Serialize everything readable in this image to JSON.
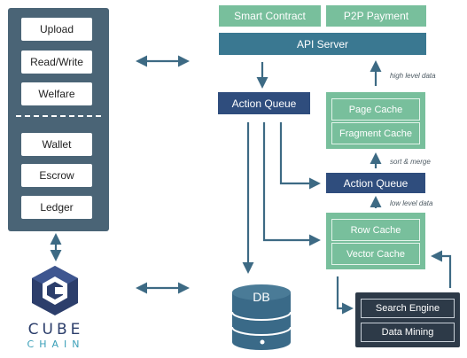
{
  "left_panel": {
    "top_items": [
      "Upload",
      "Read/Write",
      "Welfare"
    ],
    "bottom_items": [
      "Wallet",
      "Escrow",
      "Ledger"
    ]
  },
  "top_boxes": {
    "smart_contract": "Smart Contract",
    "p2p_payment": "P2P Payment",
    "api_server": "API Server"
  },
  "queues": {
    "left": "Action Queue",
    "right": "Action Queue"
  },
  "page_cache_group": {
    "page_cache": "Page Cache",
    "fragment_cache": "Fragment Cache"
  },
  "row_cache_group": {
    "row_cache": "Row Cache",
    "vector_cache": "Vector Cache"
  },
  "annotations": {
    "high_level": "high level data",
    "sort_merge": "sort & merge",
    "low_level": "low level data"
  },
  "database": {
    "label": "DB"
  },
  "analytics": {
    "search_engine": "Search Engine",
    "data_mining": "Data Mining"
  },
  "logo": {
    "line1": "CUBE",
    "line2": "CHAIN"
  },
  "colors": {
    "panel": "#4a6476",
    "green": "#78bf9c",
    "teal": "#3a7891",
    "navy": "#2f4d7d",
    "arrow": "#3d6a84",
    "dark": "#2d3a48"
  }
}
